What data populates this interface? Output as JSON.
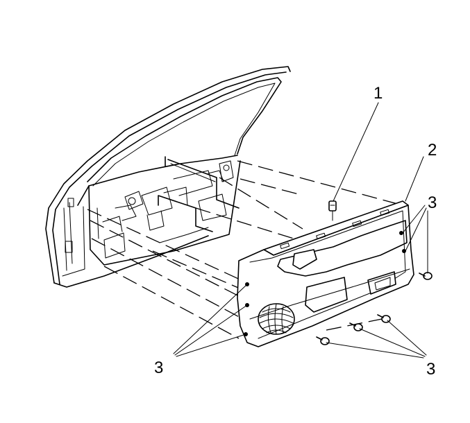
{
  "callouts": [
    {
      "id": "c1",
      "label": "1"
    },
    {
      "id": "c2",
      "label": "2"
    },
    {
      "id": "c3a",
      "label": "3"
    },
    {
      "id": "c3b",
      "label": "3"
    },
    {
      "id": "c3c",
      "label": "3"
    }
  ]
}
